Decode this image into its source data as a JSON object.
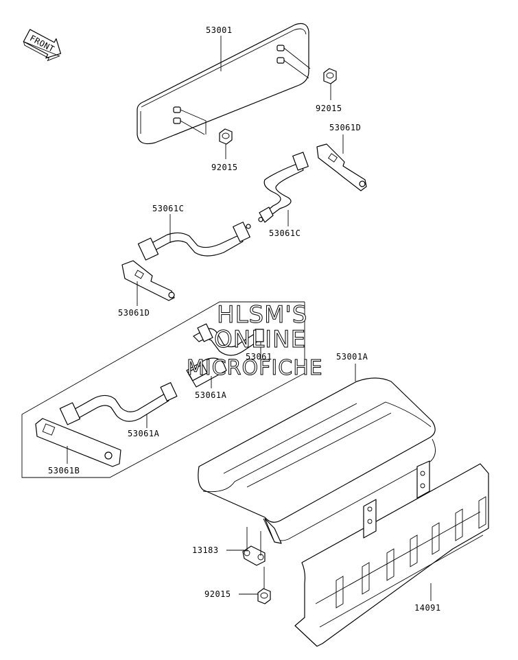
{
  "front_badge": "FRONT",
  "watermark": {
    "line1": "HLSM'S",
    "line2": "ONLINE",
    "line3": "MICROFICHE"
  },
  "labels": {
    "p53001": "53001",
    "p92015_top": "92015",
    "p92015_mid": "92015",
    "p53061D_top": "53061D",
    "p53061C_left": "53061C",
    "p53061C_right": "53061C",
    "p53061D_left": "53061D",
    "p53001A": "53001A",
    "p53061": "53061",
    "p53061A_right": "53061A",
    "p53061A_left": "53061A",
    "p53061B": "53061B",
    "p13183": "13183",
    "p92015_bottom": "92015",
    "p14091": "14091"
  }
}
